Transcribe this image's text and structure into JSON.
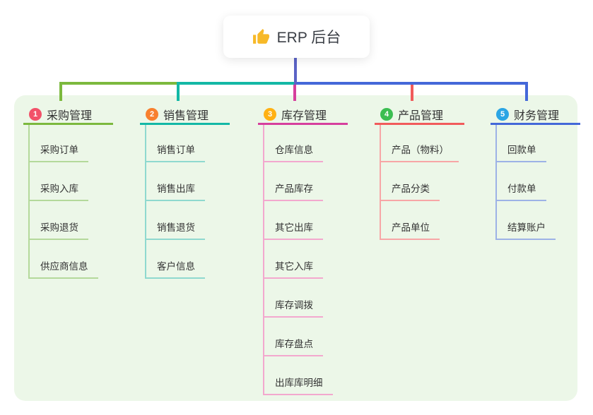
{
  "colors": {
    "page_bg": "#ffffff",
    "panel": "#ecf7e8",
    "trunk": "#5b63c6"
  },
  "root": {
    "label": "ERP 后台",
    "icon": "thumbs-up"
  },
  "branches": [
    {
      "number": "1",
      "label": "采购管理",
      "colors": {
        "badge": "#f25169",
        "line": "#7cb93e",
        "line_light": "#b4d99b"
      },
      "children": [
        "采购订单",
        "采购入库",
        "采购退货",
        "供应商信息"
      ]
    },
    {
      "number": "2",
      "label": "销售管理",
      "colors": {
        "badge": "#f8802e",
        "line": "#13b8a6",
        "line_light": "#8fd9cf"
      },
      "children": [
        "销售订单",
        "销售出库",
        "销售退货",
        "客户信息"
      ]
    },
    {
      "number": "3",
      "label": "库存管理",
      "colors": {
        "badge": "#ffb113",
        "line": "#d63f9d",
        "line_light": "#f3a8ce"
      },
      "children": [
        "仓库信息",
        "产品库存",
        "其它出库",
        "其它入库",
        "库存调拨",
        "库存盘点",
        "出库库明细"
      ]
    },
    {
      "number": "4",
      "label": "产品管理",
      "colors": {
        "badge": "#3cbe52",
        "line": "#f15b5b",
        "line_light": "#f7a6a6"
      },
      "children": [
        "产品（物料）",
        "产品分类",
        "产品单位"
      ]
    },
    {
      "number": "5",
      "label": "财务管理",
      "colors": {
        "badge": "#2ba5e4",
        "line": "#4468d9",
        "line_light": "#9db2e6"
      },
      "children": [
        "回款单",
        "付款单",
        "结算账户"
      ]
    }
  ]
}
